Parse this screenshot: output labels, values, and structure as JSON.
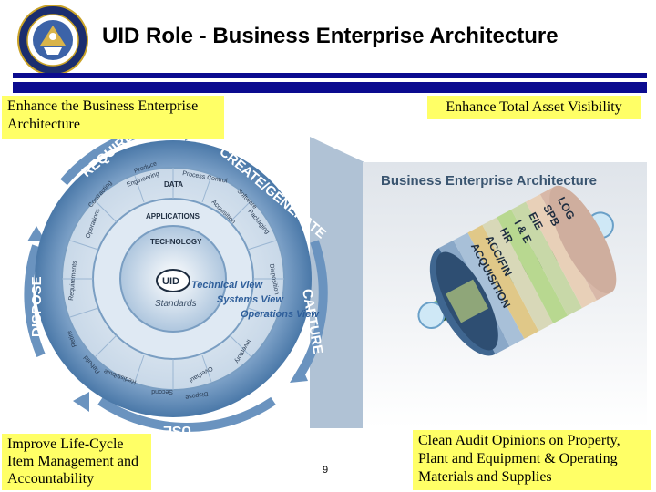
{
  "slide": {
    "title": "UID Role - Business Enterprise Architecture",
    "page_number": "9"
  },
  "callouts": {
    "top_left": "Enhance the Business Enterprise Architecture",
    "top_right": "Enhance Total Asset Visibility",
    "bottom_left": "Improve Life-Cycle Item Management and Accountability",
    "bottom_right": "Clean Audit Opinions on Property, Plant and Equipment & Operating Materials and Supplies"
  },
  "wheel": {
    "outer_phases": {
      "require": "REQUIRE",
      "create": "CREATE/GENERATE",
      "capture": "CAPTURE",
      "use": "USE",
      "dispose": "DISPOSE"
    },
    "middle_ring_labels": [
      "Produce",
      "Engineering",
      "Process Control",
      "Software",
      "Acquisition",
      "Packaging",
      "Disposition",
      "Contracting",
      "Operations",
      "Requirements",
      "Retire",
      "Rebuild",
      "Overhaul",
      "Inventory",
      "Redistribute",
      "Second",
      "Dispose"
    ],
    "inner_ring_labels": {
      "data": "DATA",
      "applications": "APPLICATIONS",
      "technology": "TECHNOLOGY",
      "standards": "Standards"
    },
    "center": {
      "logo": "UID",
      "views": [
        "Technical View",
        "Systems View",
        "Operations View"
      ]
    }
  },
  "bea_panel": {
    "title": "Business Enterprise Architecture",
    "bands": [
      "LOG",
      "SPB",
      "EIE",
      "I & E",
      "HR",
      "ACC/FIN",
      "ACQUISITION"
    ],
    "band_colors": [
      "#d8b8a8",
      "#e8d0b8",
      "#c8d8a8",
      "#b8d890",
      "#d8d8b8",
      "#e0c888",
      "#a8c0d8",
      "#8aa8c8"
    ]
  }
}
